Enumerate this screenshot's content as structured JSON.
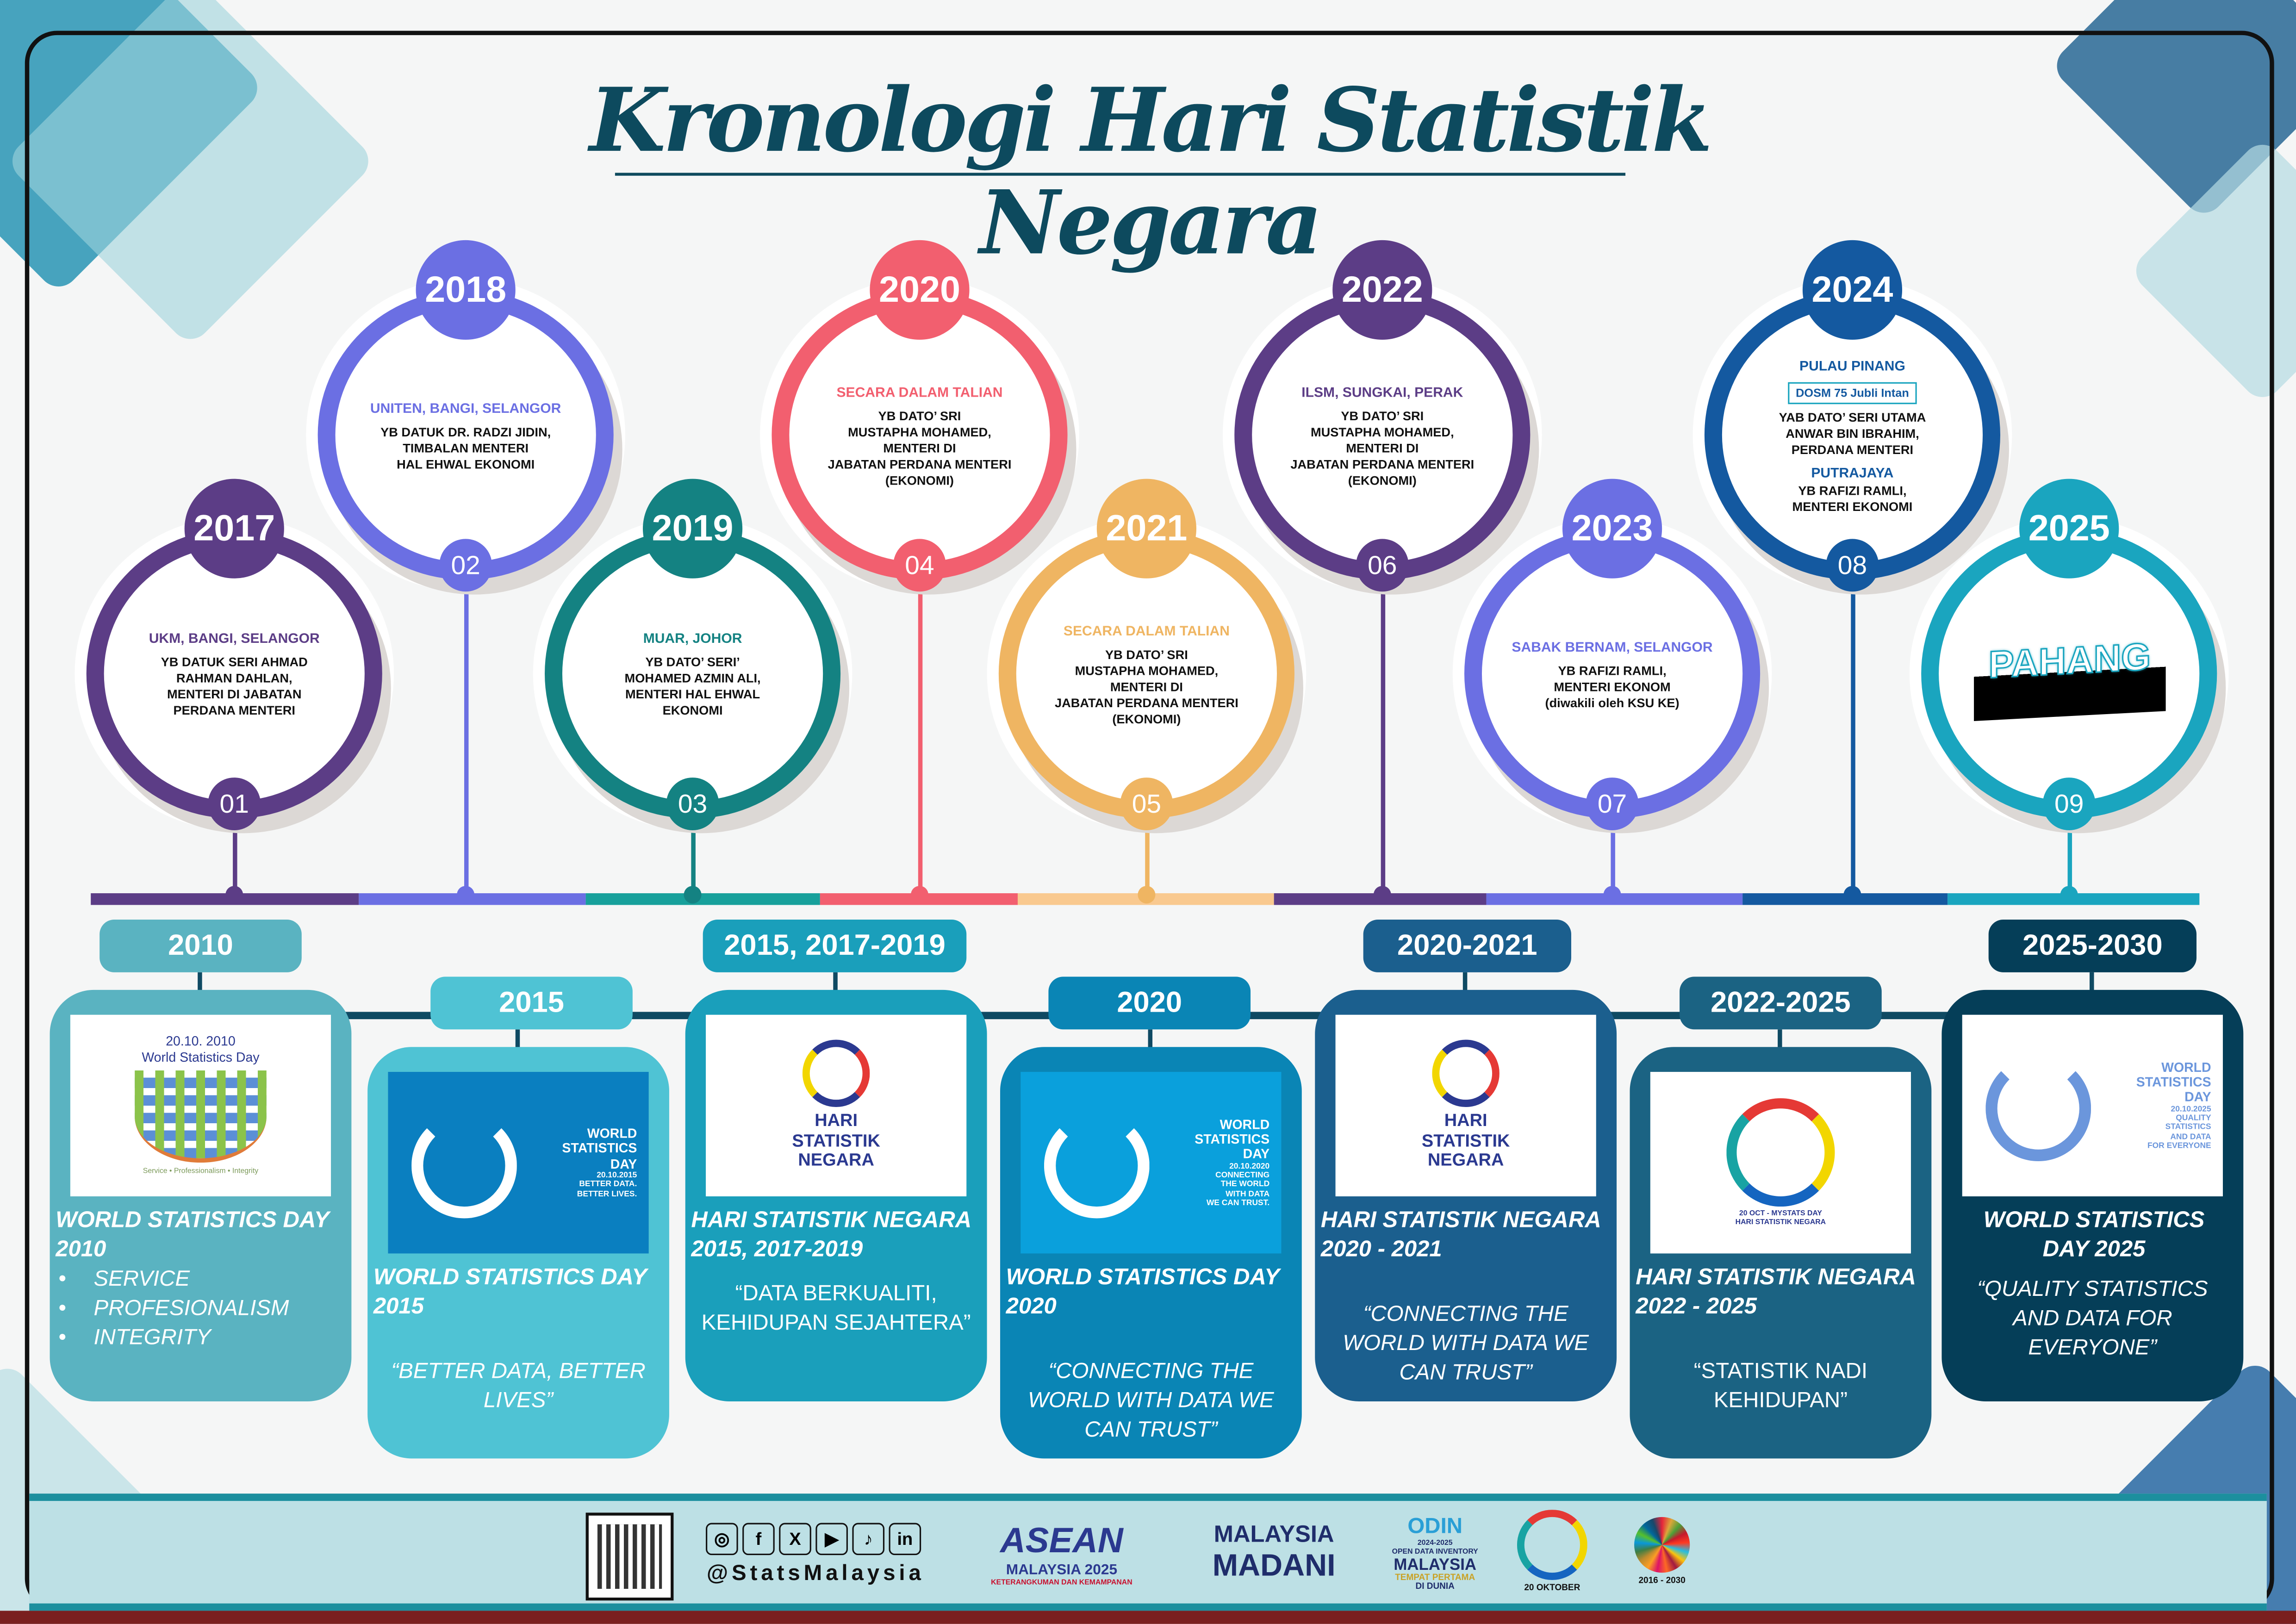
{
  "title": "Kronologi Hari Statistik Negara",
  "milestones": [
    {
      "year": "2017",
      "num": "01",
      "color": "#5c3d86",
      "location": "UKM, BANGI, SELANGOR",
      "lines": [
        "YB DATUK SERI AHMAD",
        "RAHMAN DAHLAN,",
        "MENTERI DI JABATAN",
        "PERDANA MENTERI"
      ]
    },
    {
      "year": "2018",
      "num": "02",
      "color": "#6b6fe3",
      "location": "UNITEN, BANGI, SELANGOR",
      "lines": [
        "YB DATUK DR. RADZI JIDIN,",
        "TIMBALAN MENTERI",
        "HAL EHWAL EKONOMI"
      ]
    },
    {
      "year": "2019",
      "num": "03",
      "color": "#148282",
      "location": "MUAR, JOHOR",
      "lines": [
        "YB DATO’ SERI’",
        "MOHAMED AZMIN ALI,",
        "MENTERI HAL EHWAL",
        "EKONOMI"
      ]
    },
    {
      "year": "2020",
      "num": "04",
      "color": "#f25f6f",
      "location": "SECARA DALAM TALIAN",
      "lines": [
        "YB DATO’ SRI",
        "MUSTAPHA MOHAMED,",
        "MENTERI DI",
        "JABATAN PERDANA MENTERI",
        "(EKONOMI)"
      ]
    },
    {
      "year": "2021",
      "num": "05",
      "color": "#efb562",
      "location": "SECARA DALAM TALIAN",
      "lines": [
        "YB DATO’ SRI",
        "MUSTAPHA MOHAMED,",
        "MENTERI DI",
        "JABATAN PERDANA MENTERI",
        "(EKONOMI)"
      ]
    },
    {
      "year": "2022",
      "num": "06",
      "color": "#5c3d86",
      "location": "ILSM, SUNGKAI, PERAK",
      "lines": [
        "YB DATO’ SRI",
        "MUSTAPHA MOHAMED,",
        "MENTERI DI",
        "JABATAN PERDANA MENTERI",
        "(EKONOMI)"
      ]
    },
    {
      "year": "2023",
      "num": "07",
      "color": "#6b6fe3",
      "location": "SABAK BERNAM, SELANGOR",
      "lines": [
        "YB RAFIZI RAMLI,",
        "MENTERI EKONOM",
        "(diwakili oleh KSU KE)"
      ]
    },
    {
      "year": "2024",
      "num": "08",
      "color": "#1459a0",
      "location": "PULAU PINANG",
      "logo": "DOSM 75 Jubli Intan",
      "lines": [
        "YAB DATO’ SERI UTAMA",
        "ANWAR BIN IBRAHIM,",
        "PERDANA MENTERI"
      ],
      "location2": "PUTRAJAYA",
      "lines2": [
        "YB RAFIZI RAMLI,",
        "MENTERI EKONOMI"
      ]
    },
    {
      "year": "2025",
      "num": "09",
      "color": "#1aa5bf",
      "highlight": "PAHANG"
    }
  ],
  "cards": [
    {
      "tag": "2010",
      "color": "#5ab3c1",
      "tag_color": "#5ab3c1",
      "logo": [
        "20.10. 2010",
        "World Statistics Day",
        "Service • Professionalism • Integrity"
      ],
      "title": [
        "WORLD STATISTICS DAY",
        "2010"
      ],
      "bullets": [
        "SERVICE",
        "PROFESIONALISM",
        "INTEGRITY"
      ]
    },
    {
      "tag": "2015",
      "color": "#4fc3d4",
      "tag_color": "#4fc3d4",
      "logo": [
        "WORLD",
        "STATISTICS",
        "DAY",
        "20.10.2015",
        "BETTER DATA.",
        "BETTER LIVES."
      ],
      "title": [
        "WORLD STATISTICS DAY",
        "2015"
      ],
      "quote": "“BETTER DATA, BETTER LIVES”"
    },
    {
      "tag": "2015, 2017-2019",
      "color": "#1a9fbb",
      "tag_color": "#1a9fbb",
      "logo": [
        "HARI",
        "STATISTIK",
        "NEGARA"
      ],
      "title": [
        "HARI STATISTIK NEGARA",
        "2015, 2017-2019"
      ],
      "quote": "“DATA BERKUALITI, KEHIDUPAN SEJAHTERA”"
    },
    {
      "tag": "2020",
      "color": "#0a85b5",
      "tag_color": "#0a85b5",
      "logo": [
        "WORLD",
        "STATISTICS",
        "DAY",
        "20.10.2020",
        "CONNECTING",
        "THE WORLD",
        "WITH DATA",
        "WE CAN TRUST."
      ],
      "title": [
        "WORLD STATISTICS DAY",
        "2020"
      ],
      "quote": "“CONNECTING THE WORLD WITH DATA WE CAN TRUST”"
    },
    {
      "tag": "2020-2021",
      "color": "#1b5f8e",
      "tag_color": "#1b5f8e",
      "logo": [
        "HARI",
        "STATISTIK",
        "NEGARA"
      ],
      "title": [
        "HARI STATISTIK NEGARA",
        "2020 - 2021"
      ],
      "quote": "“CONNECTING THE WORLD WITH DATA WE CAN TRUST”"
    },
    {
      "tag": "2022-2025",
      "color": "#1b6383",
      "tag_color": "#1b6383",
      "logo": [
        "20 OCT - MYSTATS DAY",
        "HARI STATISTIK NEGARA"
      ],
      "title": [
        "HARI STATISTIK NEGARA",
        "2022 - 2025"
      ],
      "quote": "“STATISTIK NADI KEHIDUPAN”"
    },
    {
      "tag": "2025-2030",
      "color": "#053e58",
      "tag_color": "#053e58",
      "logo": [
        "WORLD",
        "STATISTICS",
        "DAY",
        "20.10.2025",
        "QUALITY",
        "STATISTICS",
        "AND DATA",
        "FOR EVERYONE"
      ],
      "title": [
        "WORLD STATISTICS",
        "DAY 2025"
      ],
      "quote": "“QUALITY STATISTICS AND DATA FOR EVERYONE”"
    }
  ],
  "footer": {
    "handle": "@StatsMalaysia",
    "social": [
      {
        "icon": "instagram-icon",
        "glyph": "◎"
      },
      {
        "icon": "facebook-icon",
        "glyph": "f"
      },
      {
        "icon": "x-icon",
        "glyph": "X"
      },
      {
        "icon": "youtube-icon",
        "glyph": "▶"
      },
      {
        "icon": "tiktok-icon",
        "glyph": "♪"
      },
      {
        "icon": "linkedin-icon",
        "glyph": "in"
      }
    ],
    "asean": [
      "ASEAN",
      "MALAYSIA 2025",
      "KETERANGKUMAN DAN KEMAMPANAN"
    ],
    "madani": [
      "MALAYSIA",
      "MADANI"
    ],
    "odin": [
      "ODIN",
      "2024-2025",
      "OPEN DATA INVENTORY",
      "MALAYSIA",
      "TEMPAT PERTAMA",
      "DI DUNIA"
    ],
    "wsd": "20 OKTOBER",
    "sdg": "2016 - 2030"
  }
}
